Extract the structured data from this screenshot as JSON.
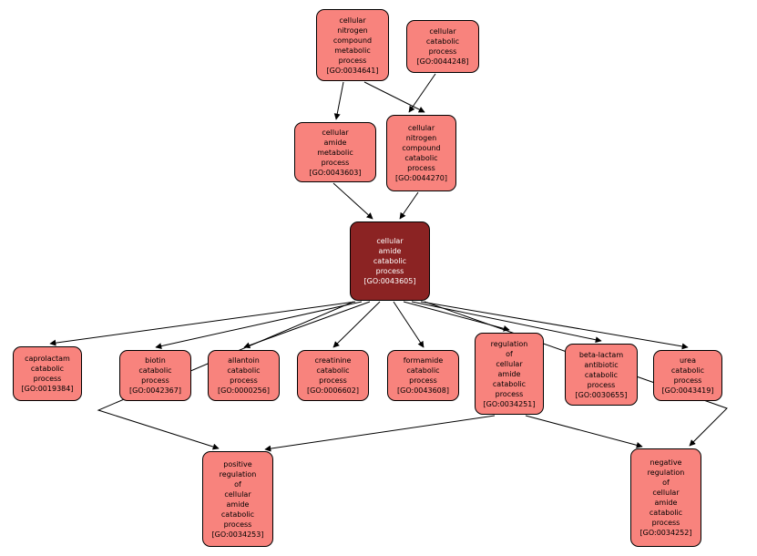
{
  "diagram": {
    "title": "GO term graph: cellular amide catabolic process",
    "background": "#ffffff",
    "node_fill": "#f8837d",
    "node_border": "#000000",
    "text_color": "#000000",
    "selected_fill": "#8b2323",
    "selected_text": "#ffffff",
    "edge_color": "#000000",
    "nodes": [
      {
        "go_id": "GO:0034641",
        "term": "cellular nitrogen compound metabolic process",
        "label": "cellular\nnitrogen\ncompound\nmetabolic\nprocess\n[GO:0034641]"
      },
      {
        "go_id": "GO:0044248",
        "term": "cellular catabolic process",
        "label": "cellular\ncatabolic\nprocess\n[GO:0044248]"
      },
      {
        "go_id": "GO:0043603",
        "term": "cellular amide metabolic process",
        "label": "cellular\namide\nmetabolic\nprocess\n[GO:0043603]"
      },
      {
        "go_id": "GO:0044270",
        "term": "cellular nitrogen compound catabolic process",
        "label": "cellular\nnitrogen\ncompound\ncatabolic\nprocess\n[GO:0044270]"
      },
      {
        "go_id": "GO:0043605",
        "term": "cellular amide catabolic process",
        "label": "cellular\namide\ncatabolic\nprocess\n[GO:0043605]"
      },
      {
        "go_id": "GO:0019384",
        "term": "caprolactam catabolic process",
        "label": "caprolactam\ncatabolic\nprocess\n[GO:0019384]"
      },
      {
        "go_id": "GO:0042367",
        "term": "biotin catabolic process",
        "label": "biotin\ncatabolic\nprocess\n[GO:0042367]"
      },
      {
        "go_id": "GO:0000256",
        "term": "allantoin catabolic process",
        "label": "allantoin\ncatabolic\nprocess\n[GO:0000256]"
      },
      {
        "go_id": "GO:0006602",
        "term": "creatinine catabolic process",
        "label": "creatinine\ncatabolic\nprocess\n[GO:0006602]"
      },
      {
        "go_id": "GO:0043608",
        "term": "formamide catabolic process",
        "label": "formamide\ncatabolic\nprocess\n[GO:0043608]"
      },
      {
        "go_id": "GO:0034251",
        "term": "regulation of cellular amide catabolic process",
        "label": "regulation\nof\ncellular\namide\ncatabolic\nprocess\n[GO:0034251]"
      },
      {
        "go_id": "GO:0030655",
        "term": "beta-lactam antibiotic catabolic process",
        "label": "beta-lactam\nantibiotic\ncatabolic\nprocess\n[GO:0030655]"
      },
      {
        "go_id": "GO:0043419",
        "term": "urea catabolic process",
        "label": "urea\ncatabolic\nprocess\n[GO:0043419]"
      },
      {
        "go_id": "GO:0034253",
        "term": "positive regulation of cellular amide catabolic process",
        "label": "positive\nregulation\nof\ncellular\namide\ncatabolic\nprocess\n[GO:0034253]"
      },
      {
        "go_id": "GO:0034252",
        "term": "negative regulation of cellular amide catabolic process",
        "label": "negative\nregulation\nof\ncellular\namide\ncatabolic\nprocess\n[GO:0034252]"
      }
    ],
    "edges": [
      {
        "from": "GO:0034641",
        "to": "GO:0043603"
      },
      {
        "from": "GO:0034641",
        "to": "GO:0044270"
      },
      {
        "from": "GO:0044248",
        "to": "GO:0044270"
      },
      {
        "from": "GO:0043603",
        "to": "GO:0043605"
      },
      {
        "from": "GO:0044270",
        "to": "GO:0043605"
      },
      {
        "from": "GO:0043605",
        "to": "GO:0019384"
      },
      {
        "from": "GO:0043605",
        "to": "GO:0042367"
      },
      {
        "from": "GO:0043605",
        "to": "GO:0000256"
      },
      {
        "from": "GO:0043605",
        "to": "GO:0006602"
      },
      {
        "from": "GO:0043605",
        "to": "GO:0043608"
      },
      {
        "from": "GO:0043605",
        "to": "GO:0034251"
      },
      {
        "from": "GO:0043605",
        "to": "GO:0030655"
      },
      {
        "from": "GO:0043605",
        "to": "GO:0043419"
      },
      {
        "from": "GO:0043605",
        "to": "GO:0034253"
      },
      {
        "from": "GO:0043605",
        "to": "GO:0034252"
      },
      {
        "from": "GO:0034251",
        "to": "GO:0034253"
      },
      {
        "from": "GO:0034251",
        "to": "GO:0034252"
      }
    ]
  }
}
